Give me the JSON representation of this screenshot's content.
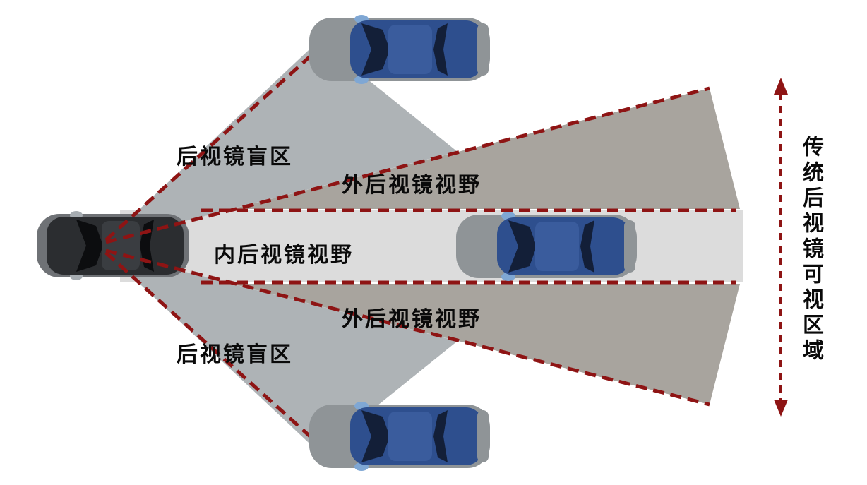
{
  "diagram": {
    "labels": {
      "blind_zone_top": "后视镜盲区",
      "outer_mirror_top": "外后视镜视野",
      "inner_mirror": "内后视镜视野",
      "outer_mirror_bottom": "外后视镜视野",
      "blind_zone_bottom": "后视镜盲区",
      "side_annotation": "传统后视镜可视区域"
    },
    "colors": {
      "background": "#ffffff",
      "blind_zone_fill": "#aeb3b6",
      "outer_mirror_fill": "#a8a49e",
      "inner_mirror_fill": "#dcdcdc",
      "dashed_line": "#8e1414",
      "label_text": "#0a0a0a"
    },
    "vehicles": [
      {
        "name": "ego-vehicle",
        "color": "#2b2d30"
      },
      {
        "name": "vehicle-in-top-blind-spot",
        "color": "#2e4f8e"
      },
      {
        "name": "vehicle-in-inner-mirror-view",
        "color": "#2e4f8e"
      },
      {
        "name": "vehicle-in-bottom-blind-spot",
        "color": "#2e4f8e"
      }
    ]
  }
}
